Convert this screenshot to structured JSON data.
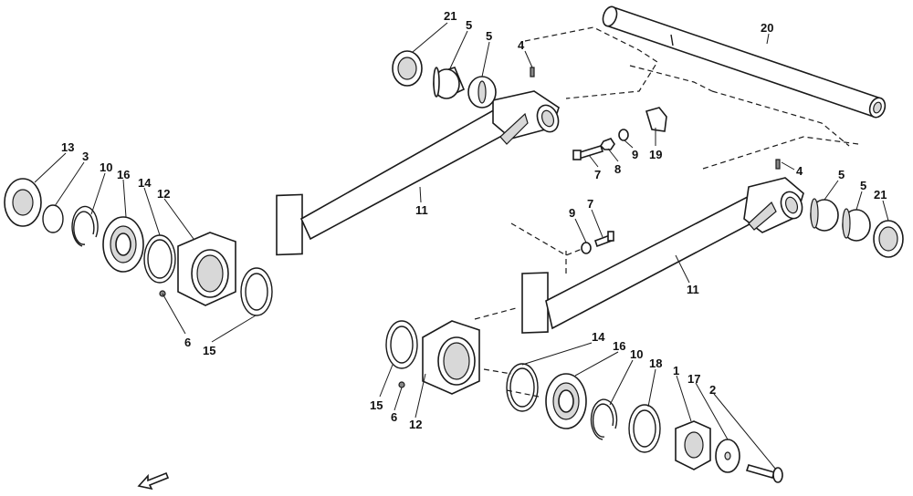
{
  "diagram": {
    "callouts": [
      {
        "id": "c-21-top",
        "text": "21"
      },
      {
        "id": "c-5-top-a",
        "text": "5"
      },
      {
        "id": "c-5-top-b",
        "text": "5"
      },
      {
        "id": "c-4-top",
        "text": "4"
      },
      {
        "id": "c-20",
        "text": "20"
      },
      {
        "id": "c-13",
        "text": "13"
      },
      {
        "id": "c-3",
        "text": "3"
      },
      {
        "id": "c-10-left",
        "text": "10"
      },
      {
        "id": "c-16-left",
        "text": "16"
      },
      {
        "id": "c-14-left",
        "text": "14"
      },
      {
        "id": "c-12-left",
        "text": "12"
      },
      {
        "id": "c-11-top",
        "text": "11"
      },
      {
        "id": "c-7-top",
        "text": "7"
      },
      {
        "id": "c-8",
        "text": "8"
      },
      {
        "id": "c-9-top",
        "text": "9"
      },
      {
        "id": "c-19",
        "text": "19"
      },
      {
        "id": "c-4-right",
        "text": "4"
      },
      {
        "id": "c-5-right-a",
        "text": "5"
      },
      {
        "id": "c-5-right-b",
        "text": "5"
      },
      {
        "id": "c-21-right",
        "text": "21"
      },
      {
        "id": "c-9-mid",
        "text": "9"
      },
      {
        "id": "c-7-mid",
        "text": "7"
      },
      {
        "id": "c-11-bottom",
        "text": "11"
      },
      {
        "id": "c-6-left",
        "text": "6"
      },
      {
        "id": "c-15-left",
        "text": "15"
      },
      {
        "id": "c-14-bottom",
        "text": "14"
      },
      {
        "id": "c-16-bottom",
        "text": "16"
      },
      {
        "id": "c-10-bottom",
        "text": "10"
      },
      {
        "id": "c-18",
        "text": "18"
      },
      {
        "id": "c-1",
        "text": "1"
      },
      {
        "id": "c-17",
        "text": "17"
      },
      {
        "id": "c-2",
        "text": "2"
      },
      {
        "id": "c-15-bottom",
        "text": "15"
      },
      {
        "id": "c-6-bottom",
        "text": "6"
      },
      {
        "id": "c-12-bottom",
        "text": "12"
      }
    ]
  }
}
